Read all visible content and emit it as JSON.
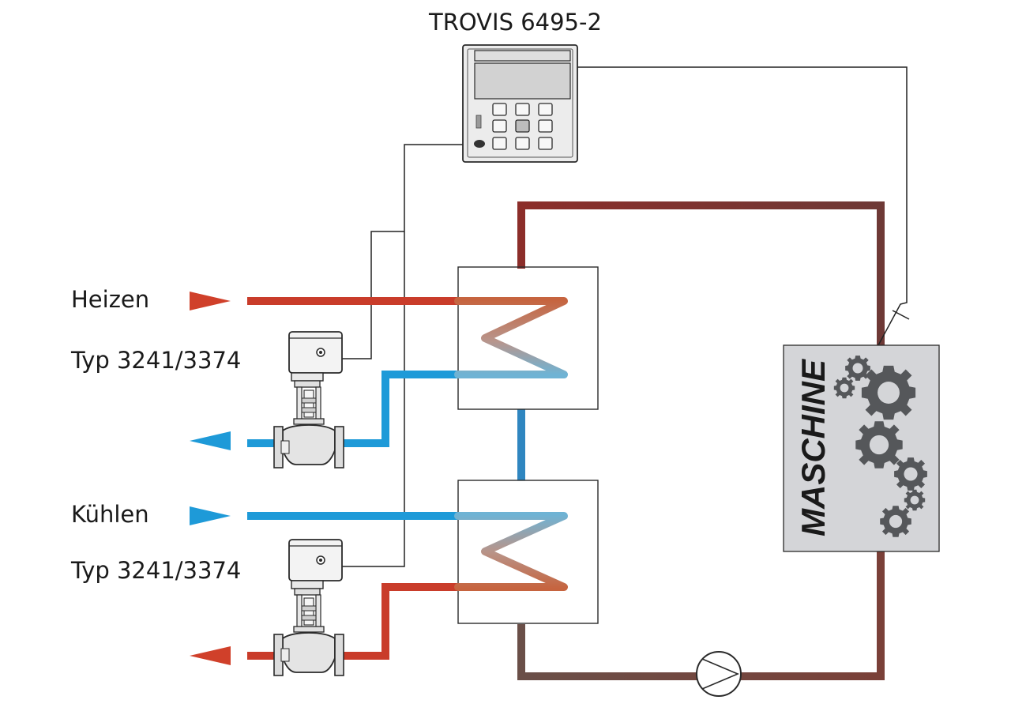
{
  "controller": {
    "title": "TROVIS 6495-2"
  },
  "heating": {
    "label": "Heizen",
    "valve_type": "Typ 3241/3374"
  },
  "cooling": {
    "label": "Kühlen",
    "valve_type": "Typ 3241/3374"
  },
  "machine": {
    "label": "MASCHINE"
  },
  "colors": {
    "hot": "#c93c2a",
    "cold": "#1e9ad8",
    "loop": "#7a3a36",
    "loop_bottom": "#6a5048",
    "between_exchangers": "#2f86c0",
    "signal_line": "#222222",
    "machine_fill": "#d4d5d8",
    "gear": "#55575a"
  }
}
